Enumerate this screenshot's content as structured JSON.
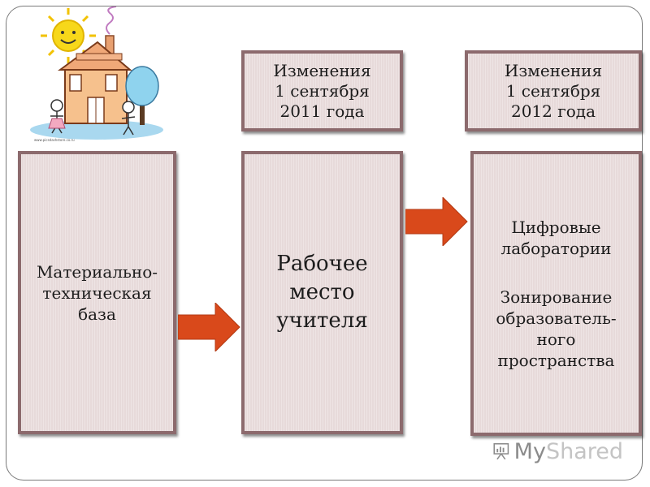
{
  "diagram": {
    "header_left": {
      "lines": [
        "Изменения",
        "1 сентября",
        "2011 года"
      ]
    },
    "header_right": {
      "lines": [
        "Изменения",
        "1 сентября",
        "2012 года"
      ]
    },
    "box_left": {
      "lines": [
        "Материально-",
        "техническая",
        "база"
      ]
    },
    "box_middle": {
      "lines": [
        "Рабочее",
        "место",
        "учителя"
      ]
    },
    "box_right": {
      "group1": [
        "Цифровые",
        "лаборатории"
      ],
      "group2": [
        "Зонирование",
        "образователь-",
        "ного",
        "пространства"
      ]
    },
    "arrows": [
      {
        "from": "box_left",
        "to": "box_middle",
        "color": "#d9491b"
      },
      {
        "from": "box_middle",
        "to": "box_right",
        "color": "#d9491b"
      }
    ]
  },
  "logo": {
    "caption": "www.picsdashstore.co.ru",
    "icon": "house-with-sun-and-children-drawing"
  },
  "watermark": {
    "text_dark": "My",
    "text_light": "Shared",
    "icon": "presentation-board-icon"
  },
  "colors": {
    "box_fill": "#e7dada",
    "box_border": "#8c6a6d",
    "arrow": "#d9491b"
  }
}
